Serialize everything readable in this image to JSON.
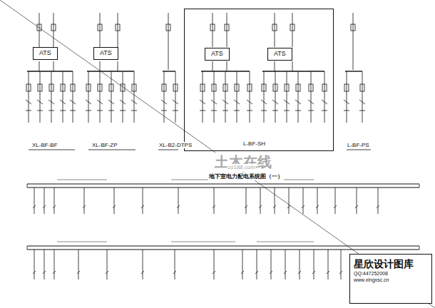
{
  "diagram": {
    "title": "地下室电力配电系统图（一）",
    "nodes": [
      {
        "text": [
          "ATS"
        ]
      },
      {
        "text": [
          "ATS"
        ]
      },
      {
        "text": [
          "L-BF-SH"
        ]
      },
      {
        "text": [
          "ATS"
        ],
        "in": 2
      },
      {
        "text": [
          "ATS"
        ],
        "in": 2
      },
      {
        "text": [
          "星欣设计图库",
          "QQ:447252008",
          "www.xingxsc.cn"
        ]
      }
    ],
    "labels": [
      "XL-BF-BF",
      "XL-BF-ZP",
      "XL-B2-DTPS",
      "L-BF-PS",
      "土木在线",
      "co188.com"
    ]
  }
}
